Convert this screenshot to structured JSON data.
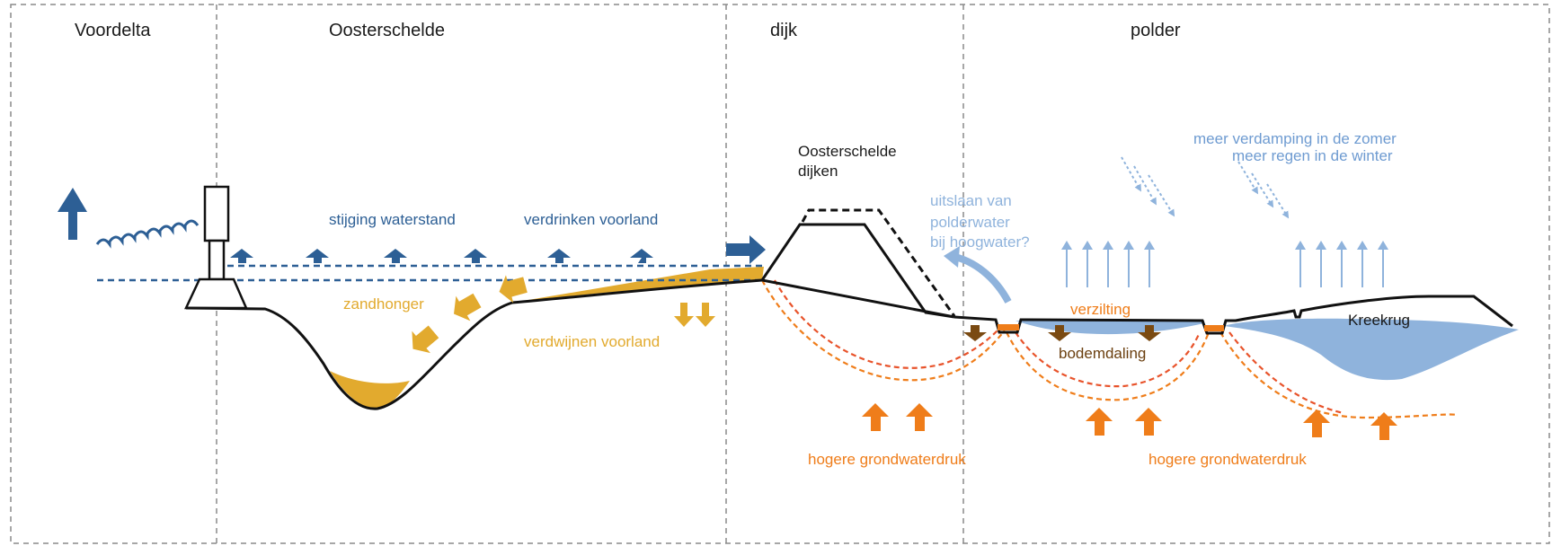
{
  "sections": {
    "voordelta": "Voordelta",
    "oosterschelde": "Oosterschelde",
    "dijk": "dijk",
    "polder": "polder"
  },
  "labels": {
    "stijging_waterstand": "stijging waterstand",
    "verdrinken_voorland": "verdrinken voorland",
    "zandhonger": "zandhonger",
    "verdwijnen_voorland": "verdwijnen voorland",
    "oosterschelde_dijken_line1": "Oosterschelde",
    "oosterschelde_dijken_line2": "dijken",
    "uitslaan_line1": "uitslaan van",
    "uitslaan_line2": "polderwater",
    "uitslaan_line3": "bij hoogwater?",
    "climate_line1": "meer verdamping in de zomer",
    "climate_line2": "meer regen in de winter",
    "verzilting": "verzilting",
    "bodemdaling": "bodemdaling",
    "kreekrug": "Kreekrug",
    "grondwaterdruk_left": "hogere grondwaterdruk",
    "grondwaterdruk_right": "hogere grondwaterdruk"
  },
  "colors": {
    "dark_blue": "#2d5f95",
    "light_blue": "#8fb3dc",
    "sand": "#e2aa2e",
    "orange": "#ef7d1a",
    "red_orange": "#e8532b",
    "brown": "#7a4a12",
    "lens_blue": "#8fb3dc",
    "divider": "#8a8a8a"
  }
}
